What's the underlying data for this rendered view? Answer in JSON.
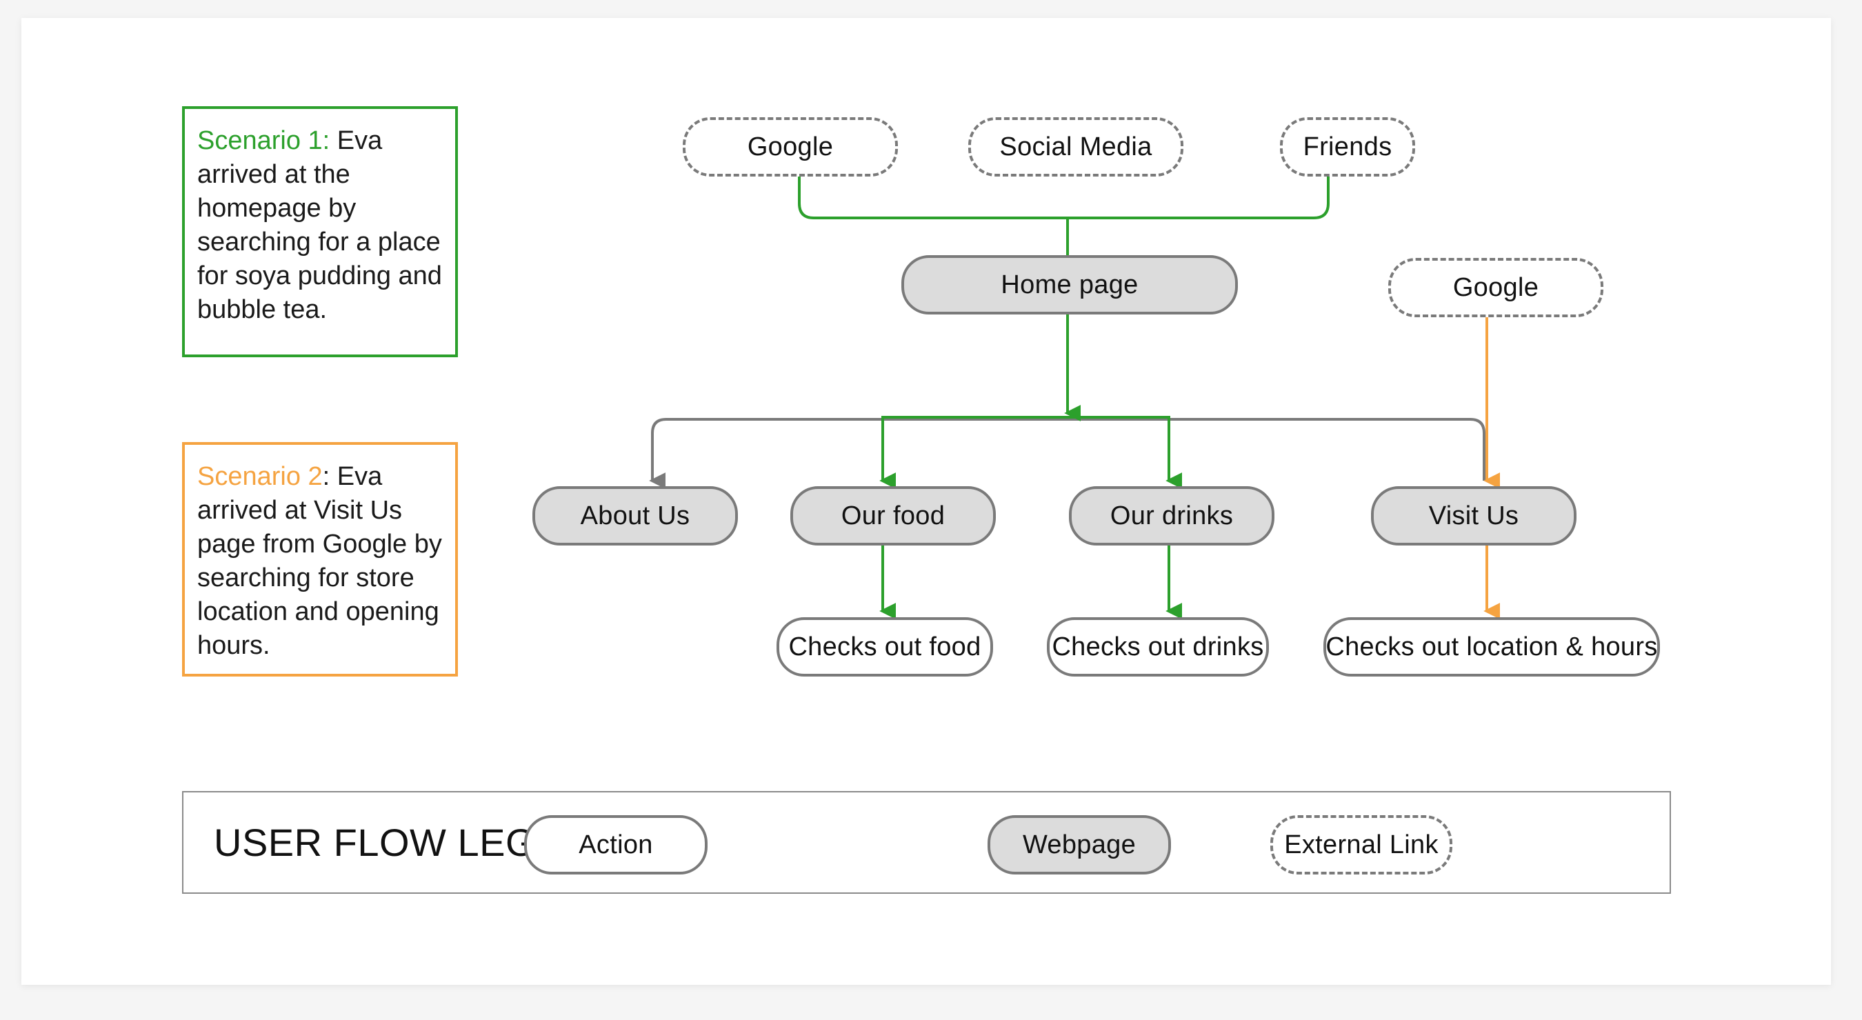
{
  "colors": {
    "scenario1": "#2ca02c",
    "scenario2": "#f5a341",
    "neutral": "#7a7a7a",
    "webpage_fill": "#dcdcdc"
  },
  "scenarios": [
    {
      "lead": "Scenario 1:",
      "text": " Eva arrived at the homepage by searching for a place for soya pudding and bubble tea."
    },
    {
      "lead": "Scenario 2",
      "text": ": Eva arrived at Visit Us page from Google by searching for store location and opening hours."
    }
  ],
  "nodes": {
    "google_top": "Google",
    "social_media": "Social Media",
    "friends": "Friends",
    "home_page": "Home page",
    "google_right": "Google",
    "about_us": "About Us",
    "our_food": "Our food",
    "our_drinks": "Our drinks",
    "visit_us": "Visit Us",
    "checks_food": "Checks out food",
    "checks_drinks": "Checks out drinks",
    "checks_location": "Checks out location & hours"
  },
  "legend": {
    "title": "USER FLOW LEGEND",
    "action": "Action",
    "webpage": "Webpage",
    "external": "External Link"
  }
}
